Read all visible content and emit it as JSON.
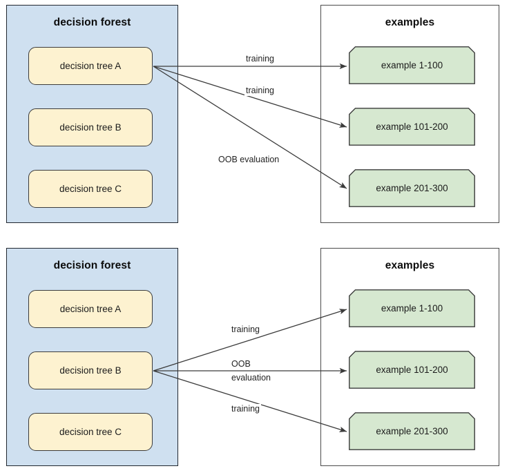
{
  "diagrams": [
    {
      "id": "top",
      "forest": {
        "title": "decision forest",
        "trees": [
          {
            "label": "decision tree A",
            "highlighted": true
          },
          {
            "label": "decision tree B",
            "highlighted": false
          },
          {
            "label": "decision tree C",
            "highlighted": false
          }
        ]
      },
      "examples": {
        "title": "examples",
        "items": [
          {
            "label": "example 1-100"
          },
          {
            "label": "example 101-200"
          },
          {
            "label": "example 201-300"
          }
        ]
      },
      "edges": [
        {
          "from": "decision tree A",
          "to": "example 1-100",
          "label": "training"
        },
        {
          "from": "decision tree A",
          "to": "example 101-200",
          "label": "training"
        },
        {
          "from": "decision tree A",
          "to": "example 201-300",
          "label": "OOB evaluation"
        }
      ]
    },
    {
      "id": "bottom",
      "forest": {
        "title": "decision forest",
        "trees": [
          {
            "label": "decision tree A",
            "highlighted": false
          },
          {
            "label": "decision tree B",
            "highlighted": true
          },
          {
            "label": "decision tree C",
            "highlighted": false
          }
        ]
      },
      "examples": {
        "title": "examples",
        "items": [
          {
            "label": "example 1-100"
          },
          {
            "label": "example 101-200"
          },
          {
            "label": "example 201-300"
          }
        ]
      },
      "edges": [
        {
          "from": "decision tree B",
          "to": "example 1-100",
          "label": "training"
        },
        {
          "from": "decision tree B",
          "to": "example 101-200",
          "label": "OOB evaluation",
          "label_line1": "OOB",
          "label_line2": "evaluation"
        },
        {
          "from": "decision tree B",
          "to": "example 201-300",
          "label": "training"
        }
      ]
    }
  ],
  "colors": {
    "forest_panel_fill": "#CFE0F0",
    "tree_box_fill": "#FDF2D0",
    "example_box_fill": "#D6E8D0",
    "border": "#3b3b3b",
    "arrow": "#444444",
    "background": "#FFFFFF"
  }
}
